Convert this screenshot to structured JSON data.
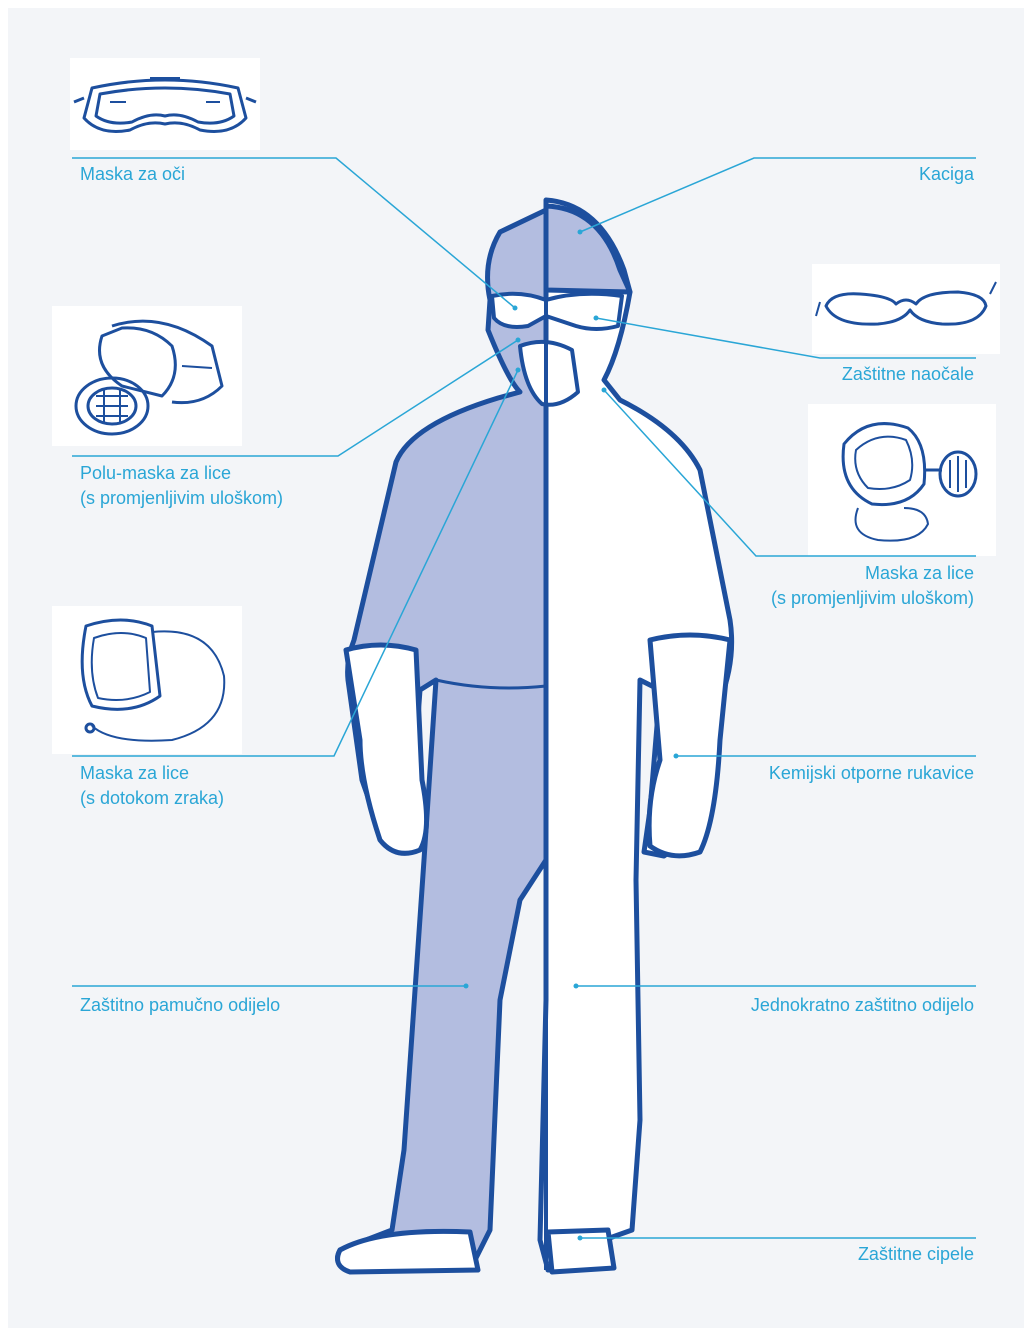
{
  "colors": {
    "background": "#f3f5f8",
    "label": "#2aa6d6",
    "leader": "#2aa6d6",
    "outline": "#1d4f9e",
    "cotton_fill": "#b3bde0",
    "disposable_fill": "#ffffff"
  },
  "labels": {
    "eye_mask": "Maska za oči",
    "helmet": "Kaciga",
    "safety_glasses": "Zaštitne naočale",
    "half_mask_line1": "Polu-maska za lice",
    "half_mask_line2": "(s promjenljivim uloškom)",
    "full_mask_line1": "Maska za lice",
    "full_mask_line2": "(s promjenljivim uloškom)",
    "air_mask_line1": "Maska za lice",
    "air_mask_line2": "(s dotokom zraka)",
    "gloves": "Kemijski otporne rukavice",
    "cotton_suit": "Zaštitno pamučno odijelo",
    "disposable_suit": "Jednokratno zaštitno odijelo",
    "shoes": "Zaštitne cipele"
  },
  "icons": {
    "goggles": "goggles-icon",
    "half_mask": "half-face-respirator-icon",
    "face_shield": "air-supplied-face-shield-icon",
    "glasses": "safety-glasses-icon",
    "full_mask": "full-face-respirator-icon"
  }
}
